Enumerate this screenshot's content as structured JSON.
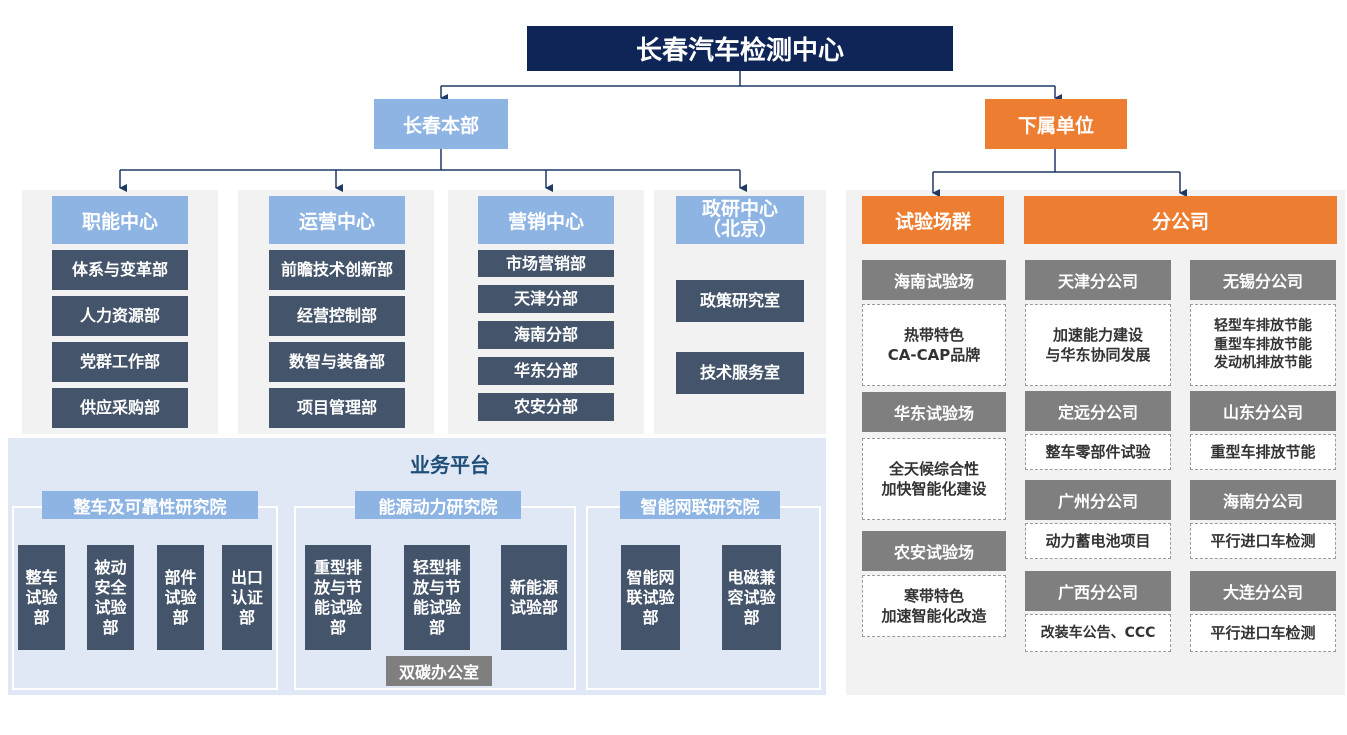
{
  "title": "长春汽车检测中心",
  "hq": "长春本部",
  "subsidiaries": "下属单位",
  "centers": [
    {
      "name": "职能中心",
      "items": [
        "体系与变革部",
        "人力资源部",
        "党群工作部",
        "供应采购部"
      ]
    },
    {
      "name": "运营中心",
      "items": [
        "前瞻技术创新部",
        "经营控制部",
        "数智与装备部",
        "项目管理部"
      ]
    },
    {
      "name": "营销中心",
      "items": [
        "市场营销部",
        "天津分部",
        "海南分部",
        "华东分部",
        "农安分部"
      ]
    },
    {
      "name": "政研中心\n（北京）",
      "items": [
        "政策研究室",
        "技术服务室"
      ]
    }
  ],
  "platform": {
    "title": "业务平台",
    "institutes": [
      {
        "name": "整车及可靠性研究院",
        "depts": [
          "整车\n试验\n部",
          "被动\n安全\n试验\n部",
          "部件\n试验\n部",
          "出口\n认证\n部"
        ]
      },
      {
        "name": "能源动力研究院",
        "depts": [
          "重型排\n放与节\n能试验\n部",
          "轻型排\n放与节\n能试验\n部",
          "新能源\n试验部"
        ],
        "office": "双碳办公室"
      },
      {
        "name": "智能网联研究院",
        "depts": [
          "智能网\n联试验\n部",
          "电磁兼\n容试验\n部"
        ]
      }
    ]
  },
  "proving_grounds": {
    "title": "试验场群",
    "items": [
      {
        "name": "海南试验场",
        "desc": "热带特色\nCA-CAP品牌"
      },
      {
        "name": "华东试验场",
        "desc": "全天候综合性\n加快智能化建设"
      },
      {
        "name": "农安试验场",
        "desc": "寒带特色\n加速智能化改造"
      }
    ]
  },
  "branches": {
    "title": "分公司",
    "items": [
      {
        "name": "天津分公司",
        "desc": "加速能力建设\n与华东协同发展"
      },
      {
        "name": "无锡分公司",
        "desc": "轻型车排放节能\n重型车排放节能\n发动机排放节能"
      },
      {
        "name": "定远分公司",
        "desc": "整车零部件试验"
      },
      {
        "name": "山东分公司",
        "desc": "重型车排放节能"
      },
      {
        "name": "广州分公司",
        "desc": "动力蓄电池项目"
      },
      {
        "name": "海南分公司",
        "desc": "平行进口车检测"
      },
      {
        "name": "广西分公司",
        "desc": "改装车公告、CCC"
      },
      {
        "name": "大连分公司",
        "desc": "平行进口车检测"
      }
    ]
  },
  "colors": {
    "title_bg": "#0f2557",
    "hq_bg": "#8eb4e3",
    "sub_bg": "#ed7d31",
    "dept_bg": "#44546a",
    "ground_bg": "#7f7f7f"
  }
}
